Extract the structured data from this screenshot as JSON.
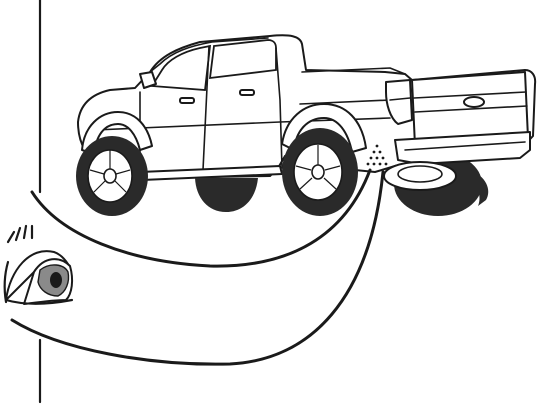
{
  "diagram": {
    "subject": "pickup-truck",
    "viewer": "eye",
    "blind_spot_marker": "dotted-triangle",
    "line_color": "#1a1a1a",
    "tire_color": "#2a2a2a",
    "eye_iris_color": "#8a8a8a"
  }
}
